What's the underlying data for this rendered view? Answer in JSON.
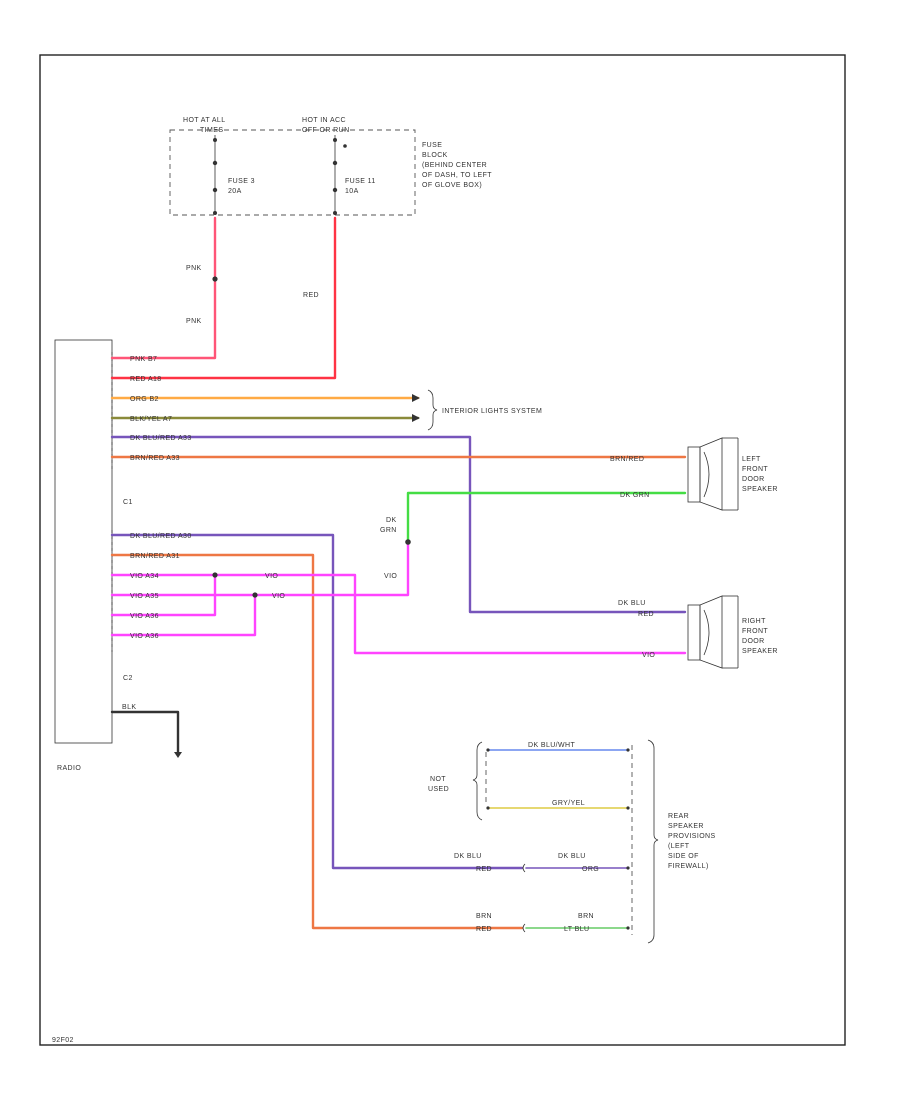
{
  "colors": {
    "pink": "#ff5577",
    "red": "#ff3344",
    "orange": "#ffaa44",
    "olive": "#8a8a3a",
    "purple": "#7755bb",
    "brnred": "#ee7744",
    "green": "#44dd44",
    "magenta": "#ff44ff",
    "blue": "#6688ee",
    "yellow": "#ddcc44",
    "ltgreen": "#66cc66"
  },
  "fuse_block": {
    "hot_left": [
      "HOT AT ALL",
      "TIMES"
    ],
    "hot_right": [
      "HOT IN ACC",
      "OFF OR RUN"
    ],
    "fuse3": [
      "FUSE 3",
      "20A"
    ],
    "fuse11": [
      "FUSE 11",
      "10A"
    ],
    "desc": [
      "FUSE",
      "BLOCK",
      "(BEHIND CENTER",
      "OF DASH, TO LEFT",
      "OF GLOVE BOX)"
    ]
  },
  "wire_labels": {
    "pnk_top": "PNK",
    "pnk_bottom": "PNK",
    "red": "RED"
  },
  "radio": {
    "name": "RADIO",
    "c1": "C1",
    "c2": "C2",
    "pins_c1": [
      "PNK B7",
      "RED A18",
      "ORG B2",
      "BLK/YEL A7",
      "DK BLU/RED A33",
      "BRN/RED A33"
    ],
    "pins_c2": [
      "DK BLU/RED A30",
      "BRN/RED A31",
      "VIO A34",
      "VIO A35",
      "VIO A36",
      "VIO A36"
    ],
    "ground_wire": "BLK"
  },
  "interior": {
    "label": "INTERIOR LIGHTS SYSTEM"
  },
  "splice": {
    "vio_a": "VIO",
    "vio_b": "VIO",
    "vio_c": "VIO",
    "dkgrn": [
      "DK",
      "GRN"
    ]
  },
  "left_speaker": {
    "label": [
      "LEFT",
      "FRONT",
      "DOOR",
      "SPEAKER"
    ],
    "wire_top": "BRN/RED",
    "wire_bottom": "DK GRN"
  },
  "right_speaker": {
    "label": [
      "RIGHT",
      "FRONT",
      "DOOR",
      "SPEAKER"
    ],
    "wire_top": [
      "DK BLU",
      "RED"
    ],
    "wire_bottom": "VIO"
  },
  "rear": {
    "not_used": [
      "NOT",
      "USED"
    ],
    "wire_blue": "DK BLU/WHT",
    "wire_yellow": "GRY/YEL",
    "dkblu_left": [
      "DK BLU",
      "RED"
    ],
    "dkblu_right": [
      "DK BLU",
      "ORG"
    ],
    "brn_left": [
      "BRN",
      "RED"
    ],
    "brn_right": [
      "BRN",
      "LT BLU"
    ],
    "label": [
      "REAR",
      "SPEAKER",
      "PROVISIONS",
      "(LEFT",
      "SIDE OF",
      "FIREWALL)"
    ]
  },
  "footer": "92F02"
}
